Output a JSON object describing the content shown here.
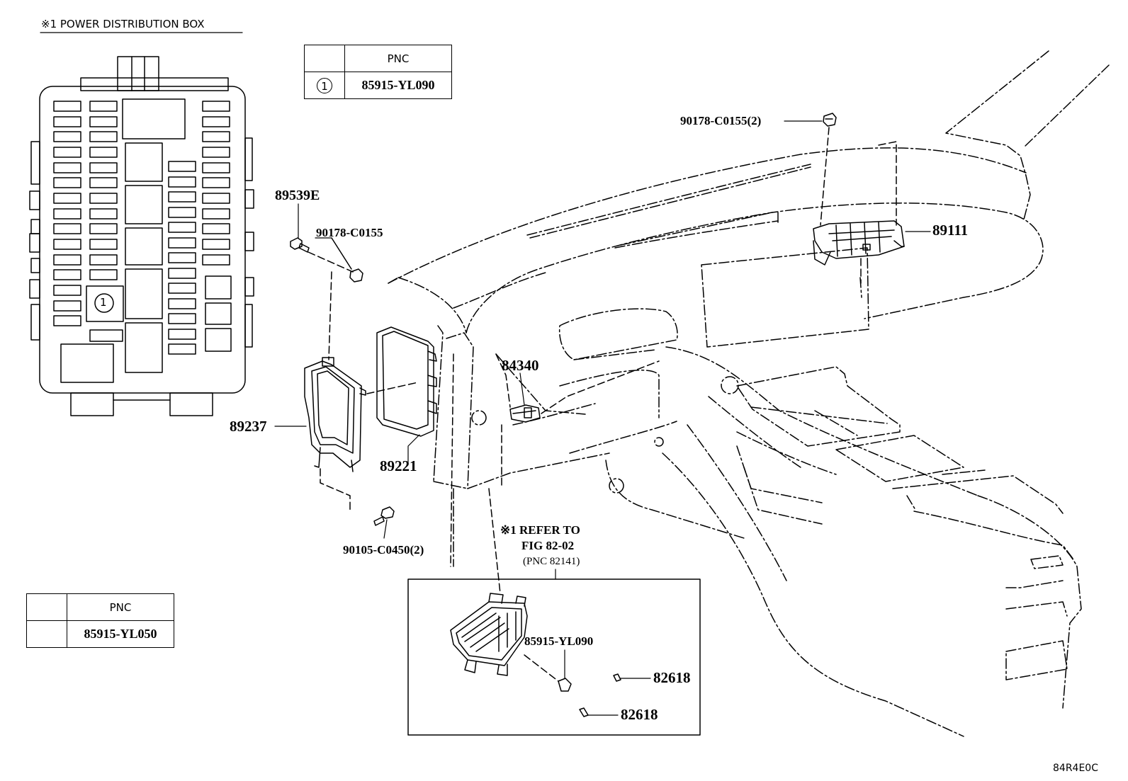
{
  "header": {
    "title": "※1  POWER DISTRIBUTION BOX"
  },
  "tables": [
    {
      "header": "PNC",
      "key": "1",
      "pnc": "85915-YL090"
    },
    {
      "header": "PNC",
      "key": "",
      "pnc": "85915-YL050"
    }
  ],
  "fuse_box": {
    "callout": "1"
  },
  "parts": {
    "p89539e": "89539E",
    "p90178_c0155": "90178-C0155",
    "p90178_c0155_2": "90178-C0155(2)",
    "p89111": "89111",
    "p84340": "84340",
    "p89237": "89237",
    "p89221": "89221",
    "p90105_c0450_2": "90105-C0450(2)",
    "p85915_yl090": "85915-YL090",
    "p82618_a": "82618",
    "p82618_b": "82618"
  },
  "reference": {
    "line1": "※1 REFER TO",
    "line2": "FIG 82-02",
    "line3": "(PNC 82141)"
  },
  "figure_id": "84R4E0C"
}
